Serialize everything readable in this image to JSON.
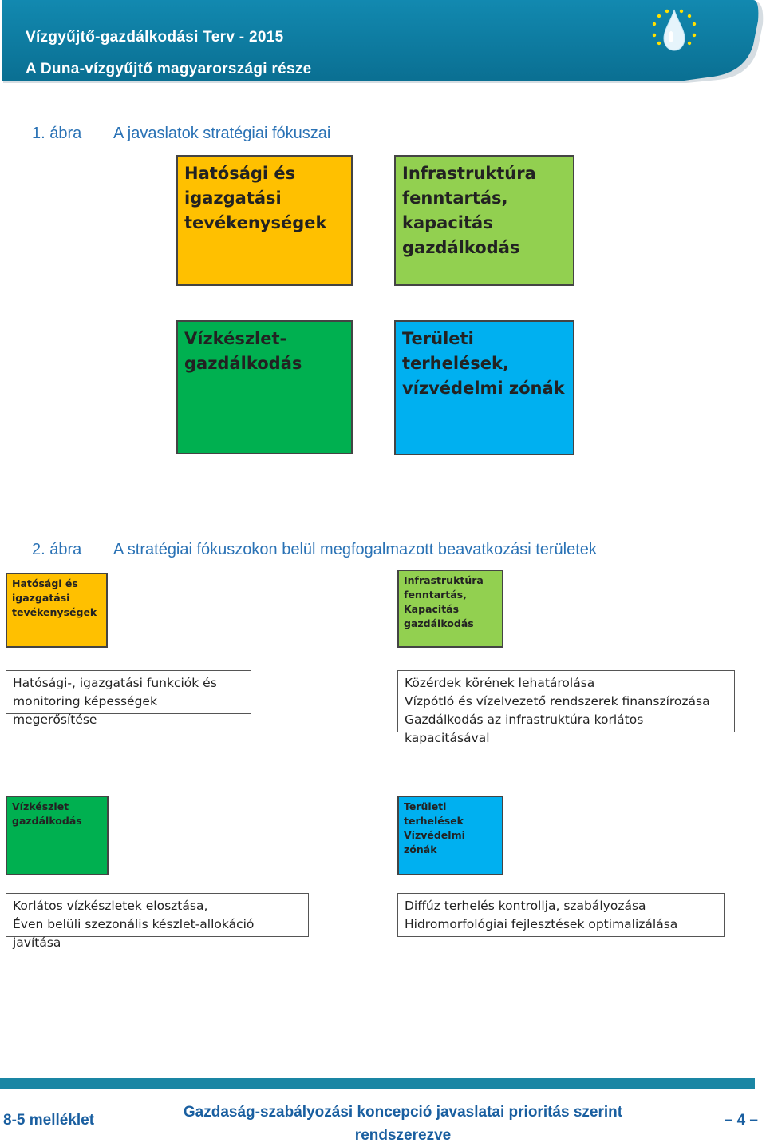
{
  "header": {
    "title": "Vízgyűjtő-gazdálkodási Terv - 2015",
    "subtitle": "A Duna-vízgyűjtő magyarországi része",
    "colors": {
      "band": "#0d7fa6",
      "band_dark": "#0a6d8f"
    }
  },
  "figure1": {
    "number": "1. ábra",
    "title": "A javaslatok stratégiai fókuszai",
    "boxes": [
      {
        "label": "Hatósági és\nigazgatási\ntevékenységek",
        "color": "#ffc000"
      },
      {
        "label": "Infrastruktúra\nfenntartás,\nkapacitás\ngazdálkodás",
        "color": "#92d050"
      },
      {
        "label": "Vízkészlet-\ngazdálkodás",
        "color": "#00b050"
      },
      {
        "label": "Területi terhelések,\nvízvédelmi zónák",
        "color": "#00b0f0"
      }
    ]
  },
  "figure2": {
    "number": "2. ábra",
    "title": "A stratégiai fókuszokon belül megfogalmazott beavatkozási területek",
    "groups": [
      {
        "label": "Hatósági és\nigazgatási\ntevékenységek",
        "description": "Hatósági-, igazgatási funkciók és\nmonitoring képességek megerősítése"
      },
      {
        "label": "Infrastruktúra\nfenntartás,\nKapacitás\ngazdálkodás",
        "description": "Közérdek körének lehatárolása\nVízpótló és vízelvezető rendszerek finanszírozása\nGazdálkodás az infrastruktúra korlátos kapacitásával"
      },
      {
        "label": "Vízkészlet\ngazdálkodás",
        "description": "Korlátos vízkészletek elosztása,\nÉven belüli szezonális készlet-allokáció javítása"
      },
      {
        "label": "Területi terhelések\nVízvédelmi zónák",
        "description": "Diffúz terhelés kontrollja, szabályozása\nHidromorfológiai fejlesztések optimalizálása"
      }
    ]
  },
  "footer": {
    "annex": "8-5 melléklet",
    "title_line1": "Gazdaság-szabályozási koncepció javaslatai prioritás szerint",
    "title_line2": "rendszerezve",
    "page": "– 4 –"
  }
}
